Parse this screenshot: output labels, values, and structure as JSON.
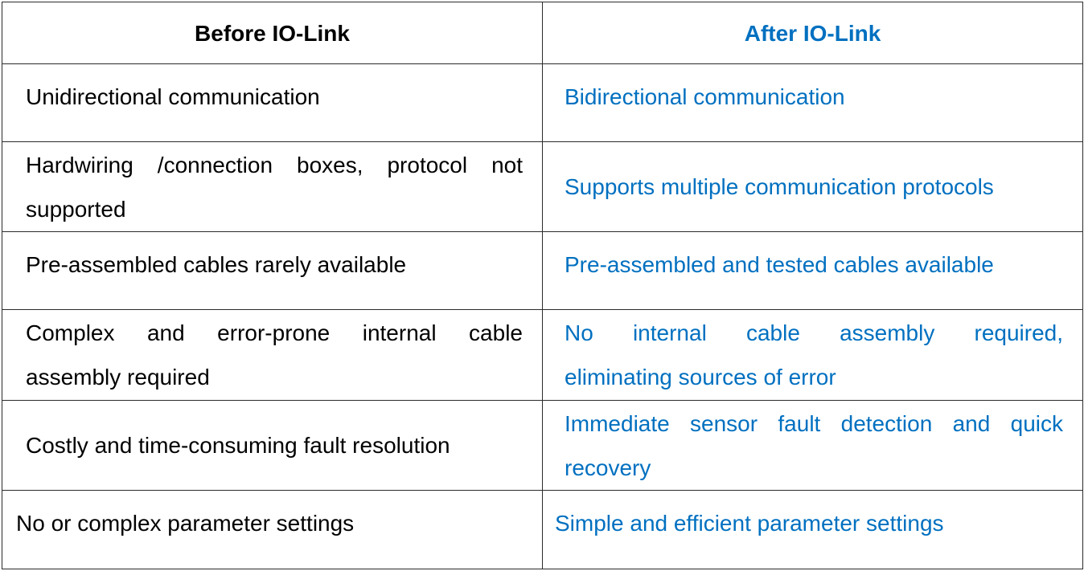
{
  "table": {
    "headers": {
      "before": "Before IO-Link",
      "after": "After IO-Link"
    },
    "rows": [
      {
        "before": "Unidirectional communication",
        "after": "Bidirectional communication"
      },
      {
        "before_line1": "Hardwiring /connection boxes, protocol not",
        "before_line2": "supported",
        "after": "Supports multiple communication protocols"
      },
      {
        "before": "Pre-assembled cables rarely available",
        "after": "Pre-assembled and tested cables available"
      },
      {
        "before_line1": "Complex and error-prone internal cable",
        "before_line2": "assembly required",
        "after_line1": "No internal cable assembly required,",
        "after_line2": "eliminating sources of error"
      },
      {
        "before": "Costly and time-consuming fault resolution",
        "after_line1": "Immediate sensor fault detection and quick",
        "after_line2": "recovery"
      },
      {
        "before": "No or complex parameter settings",
        "after": "Simple and efficient parameter settings"
      }
    ],
    "colors": {
      "after_text": "#0070c0",
      "before_text": "#000000",
      "border": "#2b2b2b"
    }
  }
}
